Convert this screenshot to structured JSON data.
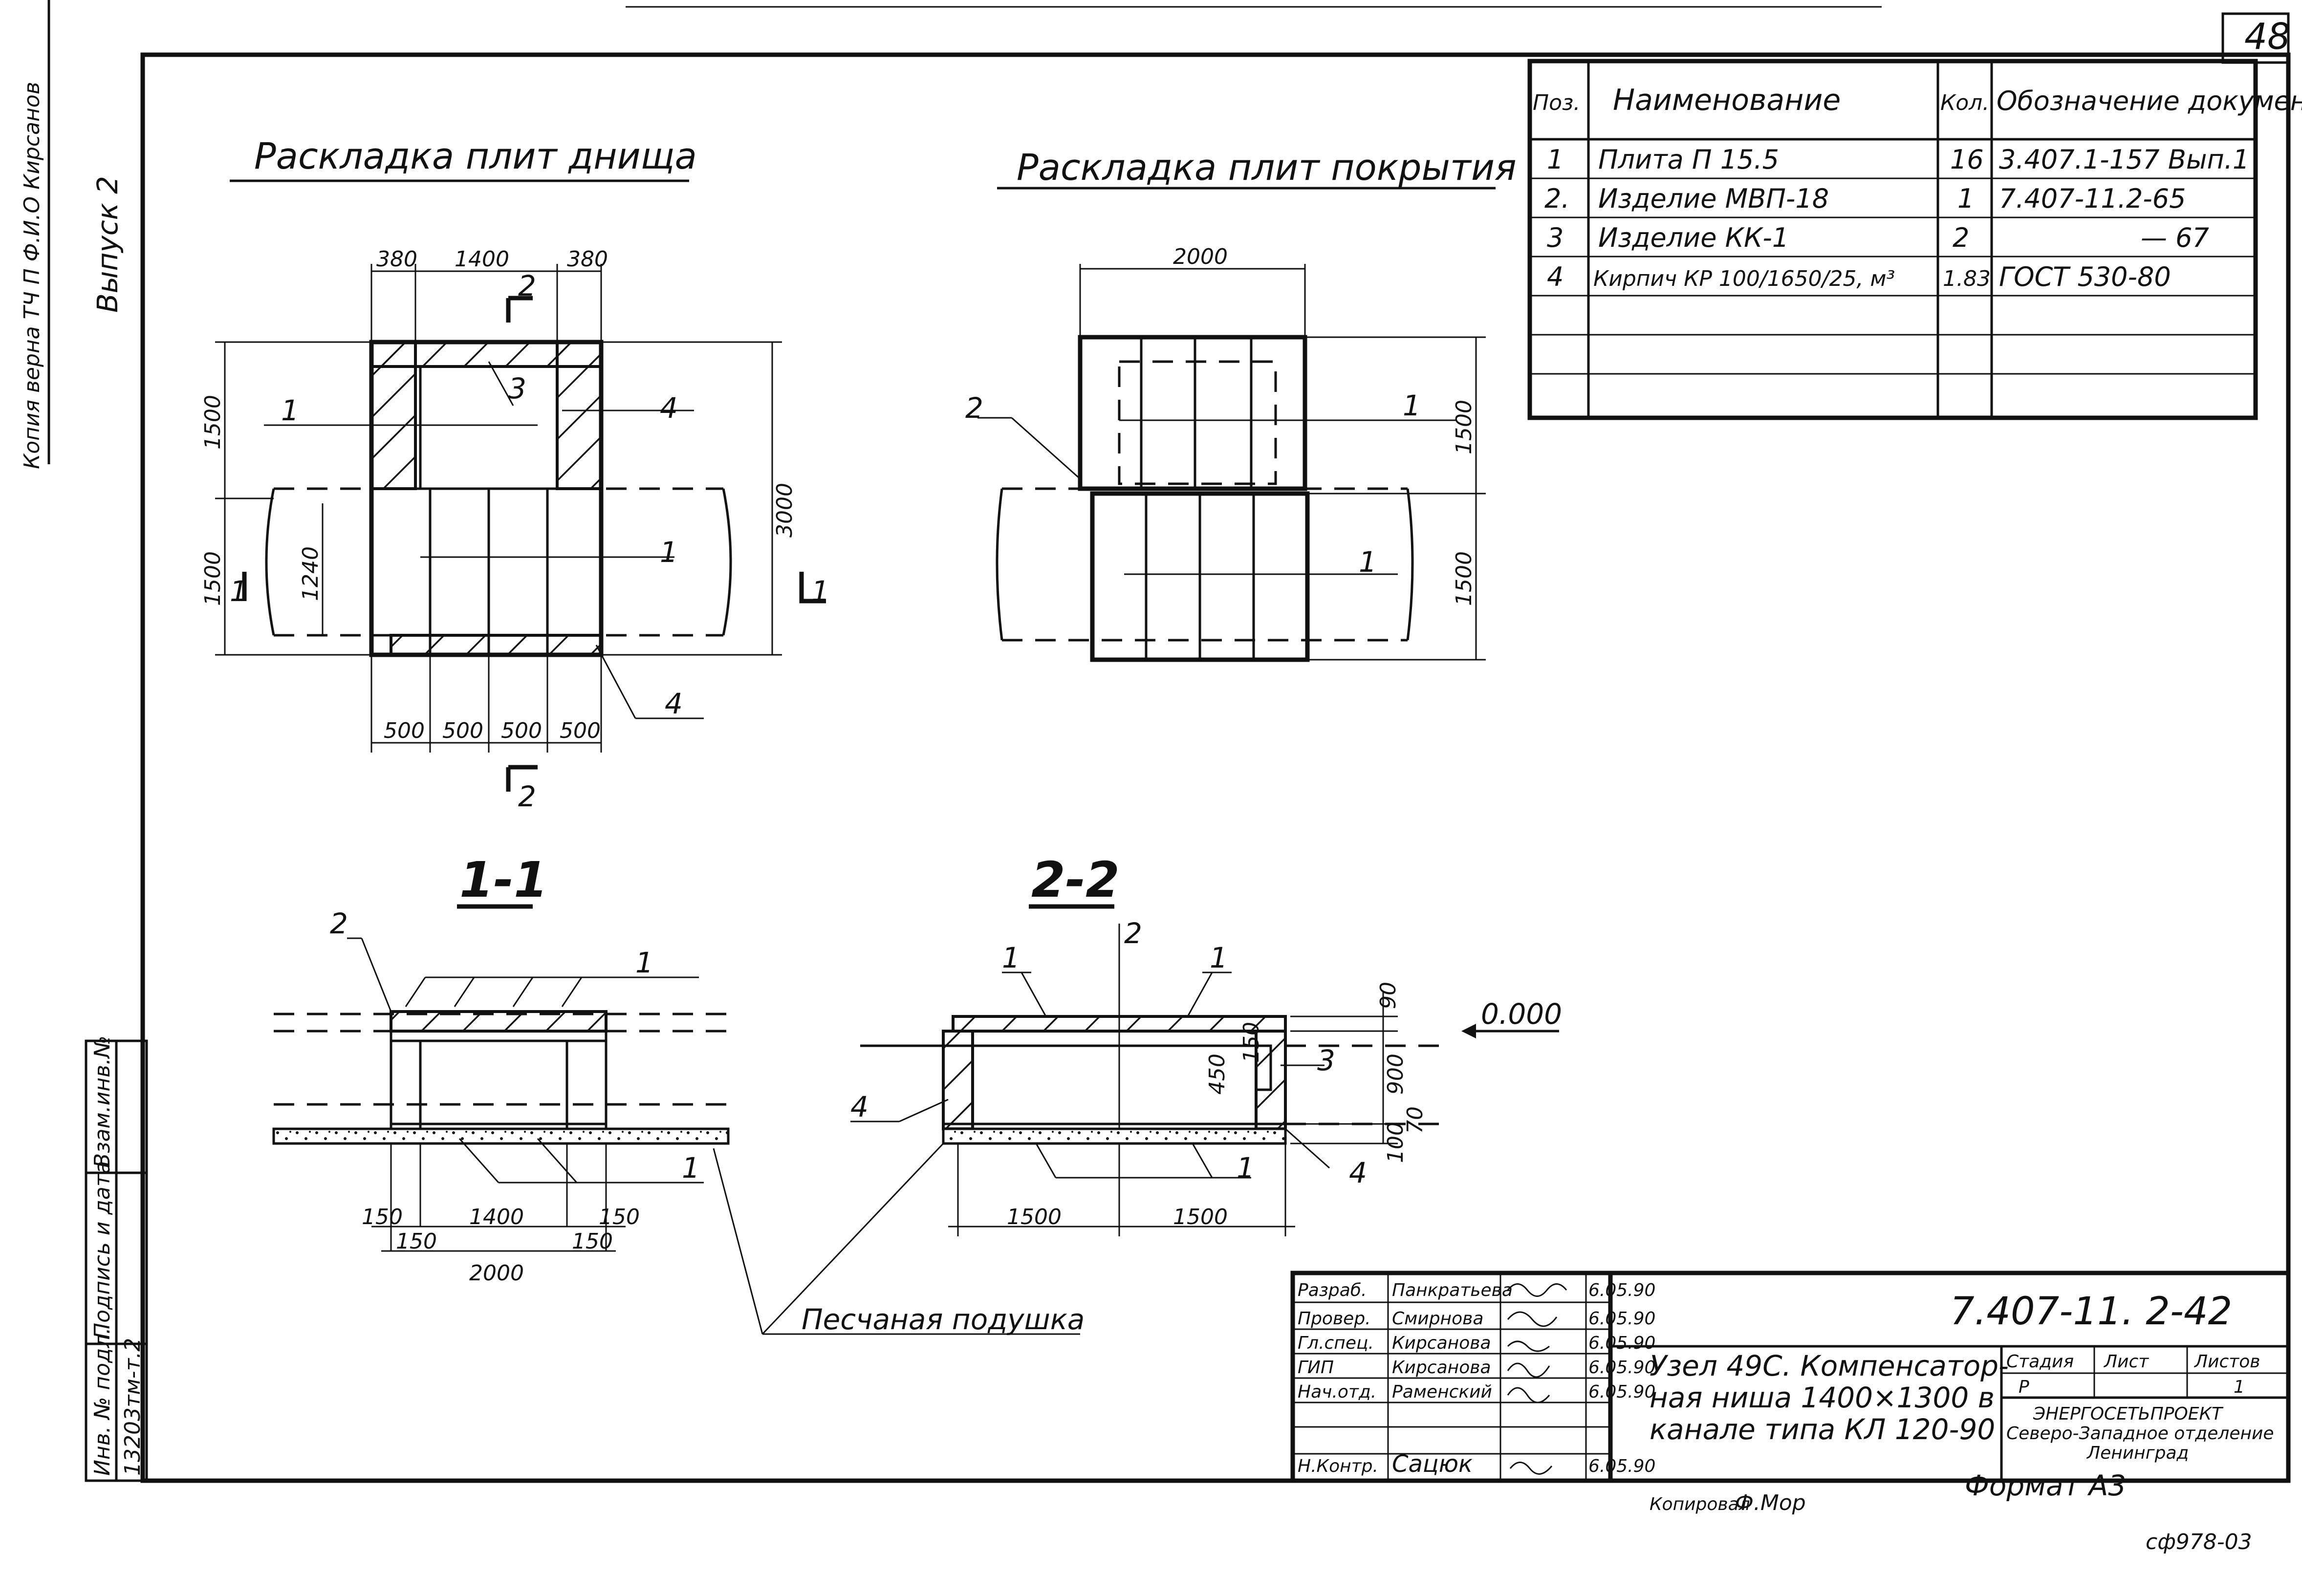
{
  "sheet": {
    "page_number": "48",
    "copy_code": "сф978-03",
    "format": "Формат А3",
    "copied_by": "Копировал",
    "copied_sign": "Ф.Мор"
  },
  "side_strip": {
    "top_note": "Копия верна ТЧ П Ф.И.О Кирсанов",
    "issue": "Выпуск 2",
    "columns": [
      "Инв. № подл.",
      "Подпись и дата",
      "Взам.инв.№"
    ],
    "inv_value": "13203тм-т.2"
  },
  "views": {
    "bottom_title": "Раскладка плит днища",
    "cover_title": "Раскладка плит покрытия",
    "section_1": "1-1",
    "section_2": "2-2",
    "sand_label": "Песчаная подушка",
    "zero_mark": "0.000"
  },
  "dims": {
    "bottom_top": [
      "380",
      "1400",
      "380"
    ],
    "bottom_bottom": [
      "500",
      "500",
      "500",
      "500"
    ],
    "bottom_left": [
      "1500",
      "1500"
    ],
    "bottom_right": "3000",
    "bottom_inner": "1240",
    "cover_top": "2000",
    "cover_right": [
      "1500",
      "1500"
    ],
    "s1_bottom": [
      "150",
      "1400",
      "150",
      "150",
      "150"
    ],
    "s1_total": "2000",
    "s2_bottom": [
      "1500",
      "1500"
    ],
    "s2_right": [
      "90",
      "150",
      "450",
      "900",
      "100",
      "70"
    ]
  },
  "callouts": [
    "1",
    "2",
    "3",
    "4"
  ],
  "cut_marks": [
    "1",
    "2"
  ],
  "spec_table": {
    "headers": [
      "Поз.",
      "Наименование",
      "Кол.",
      "Обозначение документа"
    ],
    "rows": [
      {
        "pos": "1",
        "name": "Плита П 15.5",
        "qty": "16",
        "doc": "3.407.1-157 Вып.1"
      },
      {
        "pos": "2.",
        "name": "Изделие МВП-18",
        "qty": "1",
        "doc": "7.407-11.2-65"
      },
      {
        "pos": "3",
        "name": "Изделие КК-1",
        "qty": "2",
        "doc": "— 67"
      },
      {
        "pos": "4",
        "name": "Кирпич КР 100/1650/25, м³",
        "qty": "1.83",
        "doc": "ГОСТ 530-80"
      },
      {
        "pos": "",
        "name": "",
        "qty": "",
        "doc": ""
      },
      {
        "pos": "",
        "name": "",
        "qty": "",
        "doc": ""
      },
      {
        "pos": "",
        "name": "",
        "qty": "",
        "doc": ""
      }
    ]
  },
  "title_block": {
    "code": "7.407-11. 2-42",
    "description": [
      "Узел 49С. Компенсатор-",
      "ная ниша 1400×1300 в",
      "канале типа КЛ 120-90"
    ],
    "stage_headers": [
      "Стадия",
      "Лист",
      "Листов"
    ],
    "stage_values": [
      "Р",
      "",
      "1"
    ],
    "org": [
      "ЭНЕРГОСЕТЬПРОЕКТ",
      "Северо-Западное отделение",
      "Ленинград"
    ],
    "people": [
      {
        "role": "Разраб.",
        "name": "Панкратьева",
        "date": "6.05.90"
      },
      {
        "role": "Провер.",
        "name": "Смирнова",
        "date": "6.05.90"
      },
      {
        "role": "Гл.спец.",
        "name": "Кирсанова",
        "date": "6.05.90"
      },
      {
        "role": "ГИП",
        "name": "Кирсанова",
        "date": "6.05.90"
      },
      {
        "role": "Нач.отд.",
        "name": "Раменский",
        "date": "6.05.90"
      },
      {
        "role": "",
        "name": "",
        "date": ""
      },
      {
        "role": "Н.Контр.",
        "name": "Сацюк",
        "date": "6.05.90"
      }
    ]
  }
}
